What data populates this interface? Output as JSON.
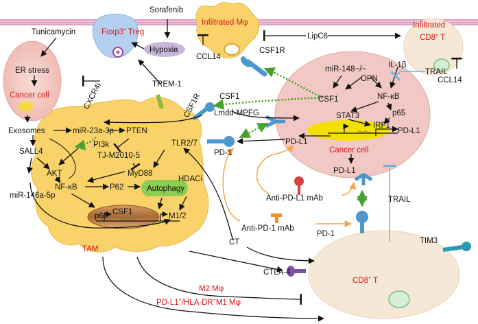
{
  "colors": {
    "membrane": "#e8a0c8",
    "tam_fill": "#f9d36a",
    "cancer_fill": "#f2c8c4",
    "t_cell_fill": "#f6e8d6",
    "treg_fill": "#b4d0f0",
    "receptor_blue": "#4d97cc",
    "arrow_green": "#4aa12c",
    "arrow_orange": "#f0a64a",
    "inhibit_blue": "#6fb3de",
    "label_red": "#d6151b",
    "autophagy_green": "#8dcc52",
    "ctla4_purple": "#7b52a8",
    "tim3_teal": "#2a9ab0",
    "antipd1_orange": "#f09022",
    "antipdl1_red": "#d94040"
  },
  "labels": {
    "sorafenib": "Sorafenib",
    "tunicamycin": "Tunicamycin",
    "treg": "Foxp3",
    "treg_sup": "+",
    "treg_suffix": " Treg",
    "hypoxia": "Hypoxia",
    "infiltrated_m": "Infiltrated Mφ",
    "csf1r_top": "CSF1R",
    "ccl14_left": "CCL14",
    "lipc6": "LipC6",
    "infiltrated_cd8_line1": "Infiltrated",
    "infiltrated_cd8_cd8": "CD8",
    "infiltrated_cd8_sup": "+",
    "infiltrated_cd8_t": " T",
    "trail_top": "TRAIL",
    "ccl14_right": "CCL14",
    "er_stress": "ER stress",
    "cancer_cell_left": "Cancer cell",
    "cxcr4i": "CXCR4i",
    "trem1": "TREM-1",
    "csf1r_mid": "CSF1R",
    "csf1_mid": "CSF1",
    "exosomes": "Exosomes",
    "mir23a": "miR-23a-3p",
    "pten": "PTEN",
    "pi3k": "PI3k",
    "sall4": "SALL4",
    "akt": "AKT",
    "tj": "TJ-M2010-5",
    "tlr": "TLR2/7",
    "myd88": "MyD88",
    "nfkb_tam": "NF-κB",
    "mir146": "miR-146a-5p",
    "p62": "P62",
    "autophagy": "Autophagy",
    "hdaci": "HDACi",
    "p65_tam": "p65",
    "csf1_tam": "CSF1",
    "m12": "M1/2",
    "tam": "TAM",
    "lmdd": "Lmdd-MPFG",
    "pd1_mid": "PD-1",
    "pdl1_mid": "PD-L1",
    "mir148": "miR-148−/−",
    "opn": "OPN",
    "il1b": "IL-1β",
    "csf1_cancer": "CSF1",
    "nfkb_cancer": "NF-κB",
    "p65_cancer": "p65",
    "stat3": "STAT3",
    "irf1": "IRF1",
    "pdl1_gene": "PD-L1",
    "cancer_cell_right": "Cancer cell",
    "pdl1_bottom": "PD-L1",
    "anti_pdl1": "Anti-PD-L1 mAb",
    "trail_mid": "TRAIL",
    "anti_pd1": "Anti-PD-1 mAb",
    "pd1_bottom": "PD-1",
    "tim3": "TIM3",
    "ct": "CT",
    "ctla4": "CTLA-4",
    "cd8_bottom": "CD8",
    "cd8_bottom_sup": "+",
    "cd8_bottom_t": " T",
    "m2": "M2 Mφ",
    "pdl1_hla_a": "PD-L1",
    "pdl1_hla_b": "+",
    "pdl1_hla_c": "/HLA-DR",
    "pdl1_hla_d": "+",
    "pdl1_hla_e": "M1 Mφ"
  }
}
